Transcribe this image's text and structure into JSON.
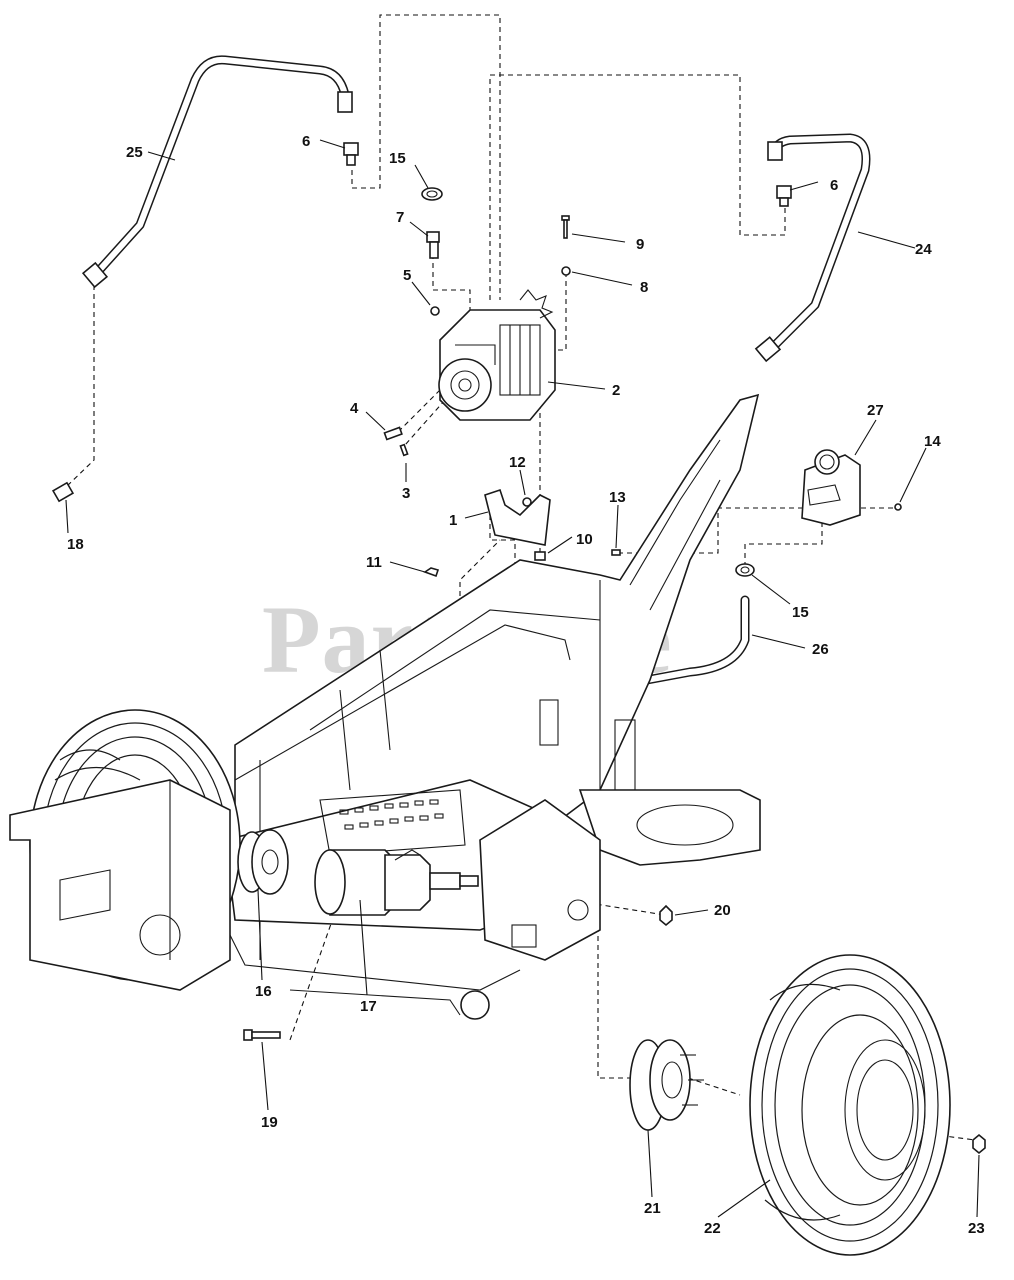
{
  "watermark": "PartsTree",
  "callouts": {
    "c1": "1",
    "c2": "2",
    "c3": "3",
    "c4": "4",
    "c5": "5",
    "c6a": "6",
    "c6b": "6",
    "c7": "7",
    "c8": "8",
    "c9": "9",
    "c10": "10",
    "c11": "11",
    "c12": "12",
    "c13": "13",
    "c14": "14",
    "c15a": "15",
    "c15b": "15",
    "c16": "16",
    "c17": "17",
    "c18": "18",
    "c19": "19",
    "c20": "20",
    "c21": "21",
    "c22": "22",
    "c23": "23",
    "c24": "24",
    "c25": "25",
    "c26": "26",
    "c27": "27"
  }
}
